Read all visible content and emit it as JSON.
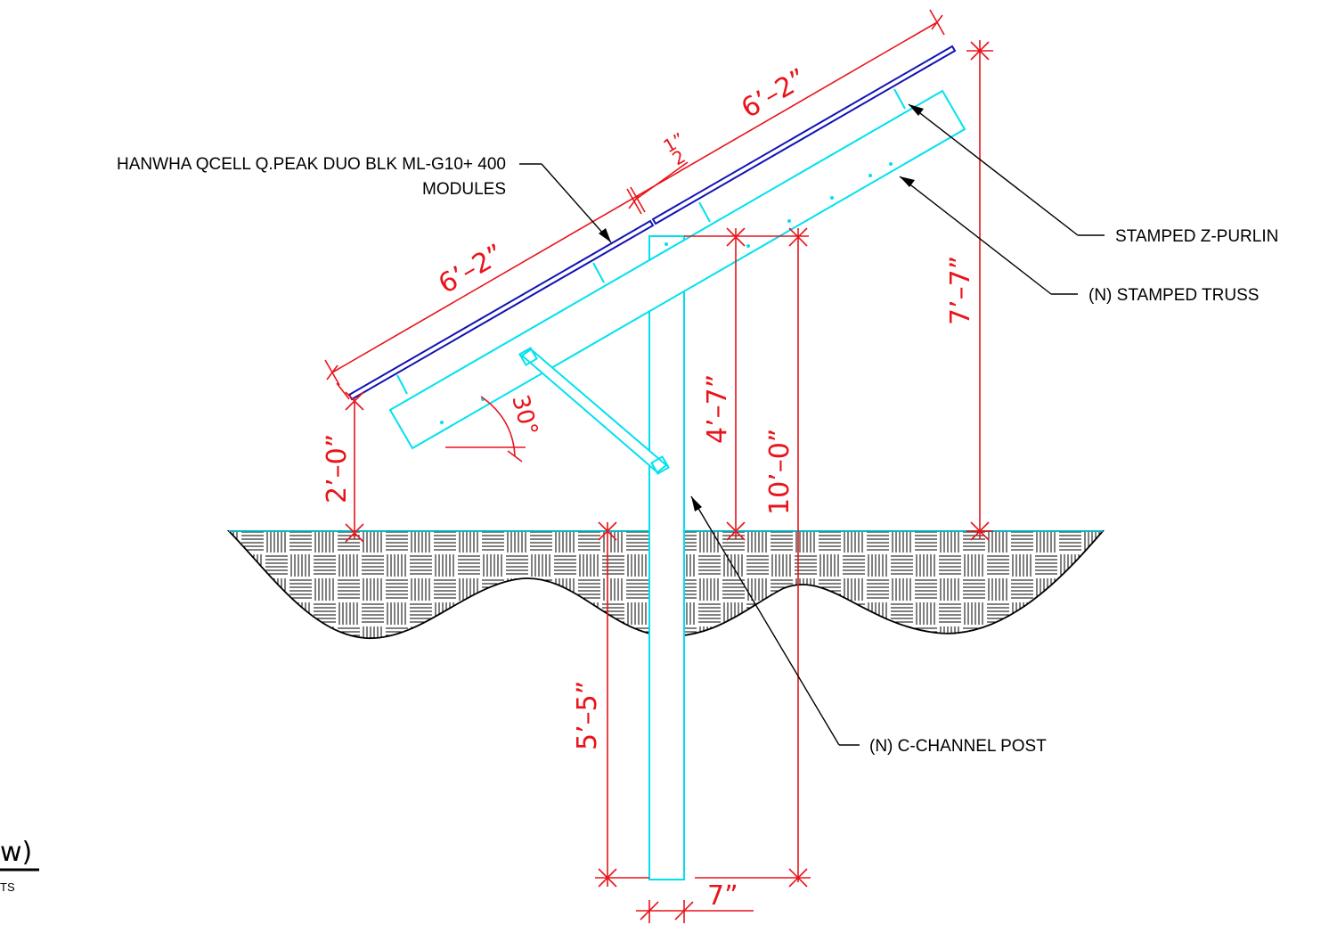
{
  "colors": {
    "dimension": "#e8141a",
    "structure": "#00e1f0",
    "module": "#1313b5",
    "leader": "#000000"
  },
  "labels": {
    "modules_line1": "HANWHA QCELL Q.PEAK DUO BLK ML-G10+ 400",
    "modules_line2": "MODULES",
    "z_purlin": "STAMPED Z-PURLIN",
    "truss": "(N) STAMPED TRUSS",
    "post": "(N) C-CHANNEL POST"
  },
  "dimensions": {
    "upper_module_length": "6’–2”",
    "lower_module_length": "6’–2”",
    "module_gap_num": "1”",
    "module_gap_den": "2",
    "total_height": "7’–7”",
    "post_above_grade": "4’–7”",
    "post_total": "10’–0”",
    "low_edge_height": "2’–0”",
    "embed_depth": "5’–5”",
    "post_offset": "7”",
    "tilt_angle": "30°"
  },
  "title_block": {
    "view_title_fragment": "w)",
    "scale_fragment": "TS"
  }
}
